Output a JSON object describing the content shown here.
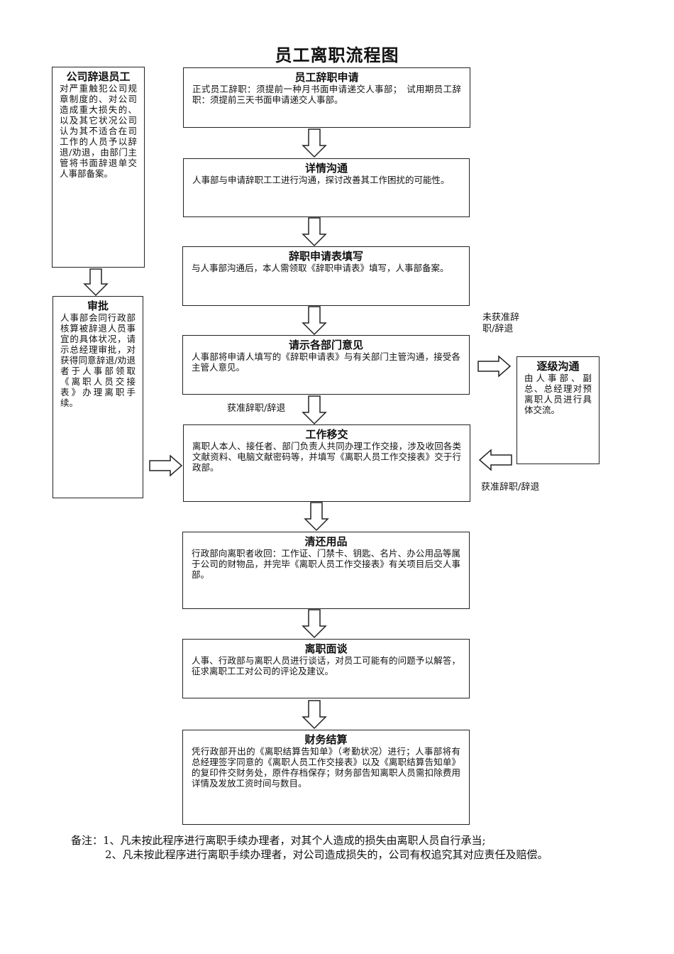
{
  "title": "员工离职流程图",
  "left_boxes": {
    "dismiss": {
      "title": "公司辞退员工",
      "body": "对严重触犯公司规章制度的、对公司造成重大损失的、以及其它状况公司认为其不适合在司工作的人员予以辞退/劝退，由部门主管将书面辞退单交人事部备案。"
    },
    "approve": {
      "title": "审批",
      "body": "人事部会同行政部核算被辞退人员事宜的具体状况，请示总经理审批，对获得同意辞退/劝退者于人事部领取《离职人员交接表》办理离职手续。"
    }
  },
  "steps": [
    {
      "title": "员工辞职申请",
      "body": "正式员工辞职：须提前一种月书面申请递交人事部；　试用期员工辞职：须提前三天书面申请递交人事部。"
    },
    {
      "title": "详情沟通",
      "body": "人事部与申请辞职工工进行沟通，探讨改善其工作困扰的可能性。"
    },
    {
      "title": "辞职申请表填写",
      "body": "与人事部沟通后，本人需领取《辞职申请表》填写，人事部备案。"
    },
    {
      "title": "请示各部门意见",
      "body": "人事部将申请人填写的《辞职申请表》与有关部门主管沟通，接受各主管人意见。"
    },
    {
      "title": "工作移交",
      "body": "离职人本人、接任者、部门负责人共同办理工作交接，涉及收回各类文献资料、电脑文献密码等，并填写《离职人员工作交接表》交于行政部。"
    },
    {
      "title": "清还用品",
      "body": "行政部向离职者收回：工作证、门禁卡、钥匙、名片、办公用品等属于公司的财物品，并完毕《离职人员工作交接表》有关项目后交人事部。"
    },
    {
      "title": "离职面谈",
      "body": "人事、行政部与离职人员进行谈话，对员工可能有的问题予以解答，征求离职工工对公司的评论及建议。"
    },
    {
      "title": "财务结算",
      "body": "凭行政部开出的《离职结算告知单》（考勤状况）进行；人事部将有总经理签字同意的《离职人员工作交接表》以及《离职结算告知单》的复印件交财务处，原件存档保存；财务部告知离职人员需扣除费用详情及发放工资时间与数目。"
    }
  ],
  "right_box": {
    "title": "逐级沟通",
    "body": "由人事部、副总、总经理对预离职人员进行具体交流。"
  },
  "labels": {
    "not_approved": "未获准辞职/辞退",
    "approved_mid": "获准辞职/辞退",
    "approved_right": "获准辞职/辞退"
  },
  "notes": {
    "line1": "备注：1、凡未按此程序进行离职手续办理者，对其个人造成的损失由离职人员自行承当;",
    "line2": "2、凡未按此程序进行离职手续办理者，对公司造成损失的，公司有权追究其对应责任及赔偿。"
  }
}
